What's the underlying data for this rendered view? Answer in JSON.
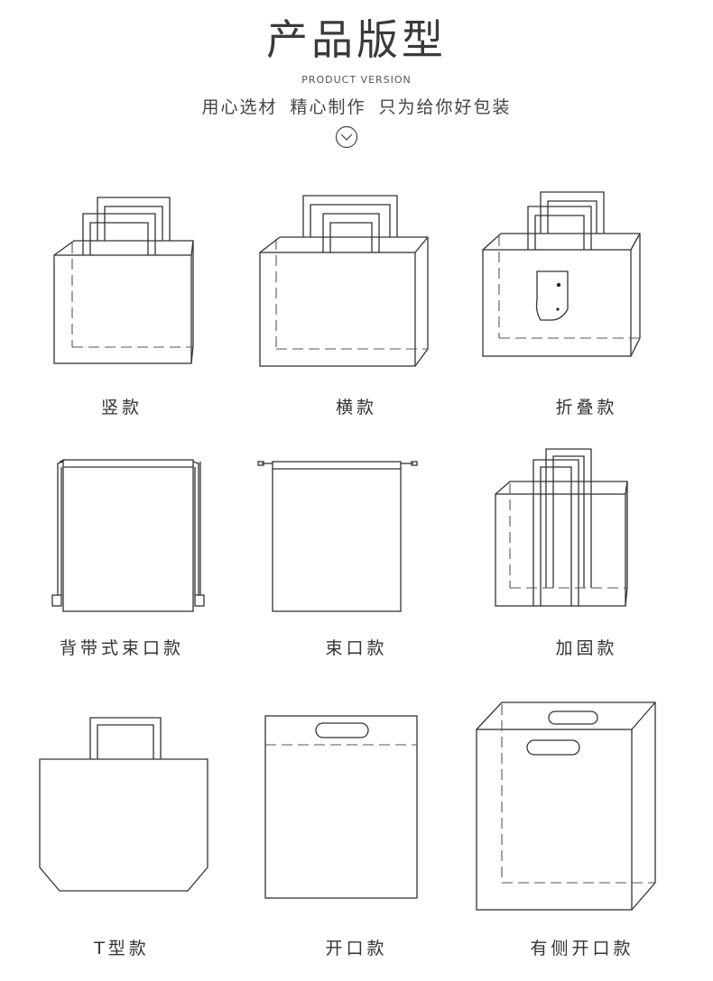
{
  "header": {
    "title": "产品版型",
    "subtitle_en": "PRODUCT VERSION",
    "slogan": "用心选材 精心制作 只为给你好包装",
    "chevron_icon": "chevron-down-circle-icon"
  },
  "styles": [
    {
      "label": "竖款"
    },
    {
      "label": "横款"
    },
    {
      "label": "折叠款"
    },
    {
      "label": "背带式束口款"
    },
    {
      "label": "束口款"
    },
    {
      "label": "加固款"
    },
    {
      "label": "T型款"
    },
    {
      "label": "开口款"
    },
    {
      "label": "有侧开口款"
    }
  ],
  "colors": {
    "line": "#333333",
    "background": "#ffffff"
  }
}
